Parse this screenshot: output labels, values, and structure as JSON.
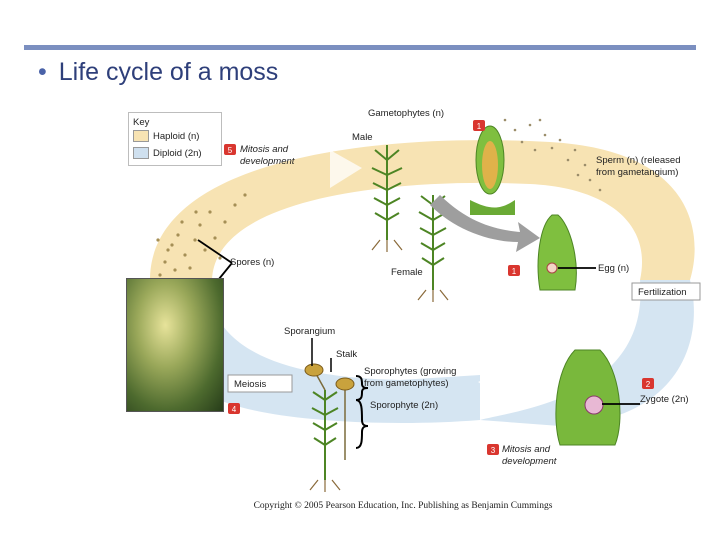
{
  "slide": {
    "bullet": "•",
    "title": "Life cycle of a moss",
    "copyright": "Copyright © 2005 Pearson Education, Inc. Publishing as Benjamin Cummings"
  },
  "key": {
    "title": "Key",
    "haploid_label": "Haploid (n)",
    "diploid_label": "Diploid (2n)",
    "haploid_color": "#f7e3b3",
    "diploid_color": "#cfe0ef"
  },
  "labels": {
    "gametophytes": "Gametophytes (n)",
    "male": "Male",
    "female": "Female",
    "mitosis_dev_1": "Mitosis and",
    "mitosis_dev_2": "development",
    "sperm_1": "Sperm (n) (released",
    "sperm_2": "from gametangium)",
    "egg": "Egg (n)",
    "fertilization": "Fertilization",
    "spores": "Spores (n)",
    "sporangium": "Sporangium",
    "stalk": "Stalk",
    "meiosis": "Meiosis",
    "sporophytes_1": "Sporophytes (growing",
    "sporophytes_2": "from gametophytes)",
    "sporophyte": "Sporophyte (2n)",
    "zygote": "Zygote (2n)",
    "mitosis_dev2_1": "Mitosis and",
    "mitosis_dev2_2": "development"
  },
  "steps": {
    "s1a": "1",
    "s1b": "1",
    "s2": "2",
    "s3": "3",
    "s4": "4",
    "s5": "5"
  },
  "colors": {
    "haploid_band": "#f7e3b3",
    "diploid_band": "#d5e5f2",
    "step_badge": "#d9362f",
    "plant_green": "#5c9a2c"
  }
}
